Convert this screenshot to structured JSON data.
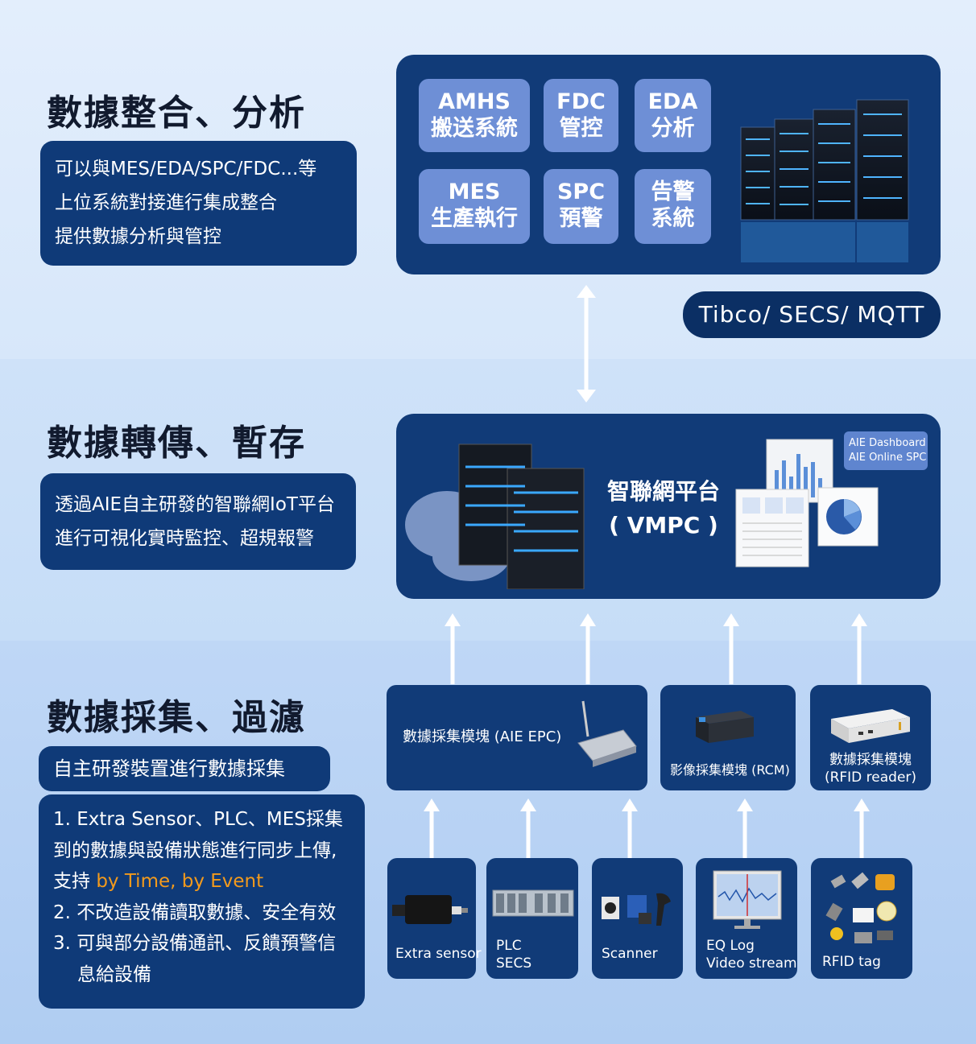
{
  "sections": {
    "integration": {
      "title": "數據整合、分析",
      "desc": [
        "可以與MES/EDA/SPC/FDC...等",
        "上位系統對接進行集成整合",
        "提供數據分析與管控"
      ],
      "tiles": [
        {
          "line1": "AMHS",
          "line2": "搬送系統"
        },
        {
          "line1": "FDC",
          "line2": "管控"
        },
        {
          "line1": "EDA",
          "line2": "分析"
        },
        {
          "line1": "MES",
          "line2": "生產執行"
        },
        {
          "line1": "SPC",
          "line2": "預警"
        },
        {
          "line1": "告警",
          "line2": "系統"
        }
      ],
      "protocol": "Tibco/ SECS/ MQTT"
    },
    "transfer": {
      "title": "數據轉傳、暫存",
      "desc": [
        "透過AIE自主研發的智聯網IoT平台",
        "進行可視化實時監控、超規報警"
      ],
      "platform_line1": "智聯網平台",
      "platform_line2": "( VMPC )",
      "badge_line1": "AIE Dashboard",
      "badge_line2": "AIE Online SPC"
    },
    "collection": {
      "title": "數據採集、過濾",
      "subtitle": "自主研發裝置進行數據採集",
      "list": {
        "item1_a": "1. Extra Sensor、PLC、MES採集",
        "item1_b": "到的數據與設備狀態進行同步上傳,",
        "item1_c_prefix": "支持 ",
        "item1_c_highlight": "by Time, by Event",
        "item2": "2. 不改造設備讀取數據、安全有效",
        "item3_a": "3. 可與部分設備通訊、反饋預警信",
        "item3_b": "息給設備"
      },
      "modules": {
        "epc": "數據採集模塊 (AIE EPC)",
        "rcm": "影像採集模塊 (RCM)",
        "rfid_line1": "數據採集模塊",
        "rfid_line2": "(RFID reader)"
      },
      "devices": {
        "extra_sensor": "Extra sensor",
        "plc_line1": "PLC",
        "plc_line2": "SECS",
        "scanner": "Scanner",
        "eqlog_line1": "EQ Log",
        "eqlog_line2": "Video stream",
        "rfid_tag": "RFID tag"
      }
    }
  },
  "colors": {
    "panel": "#113b78",
    "tile": "#6e8fd6",
    "highlight": "#f39a1c"
  }
}
